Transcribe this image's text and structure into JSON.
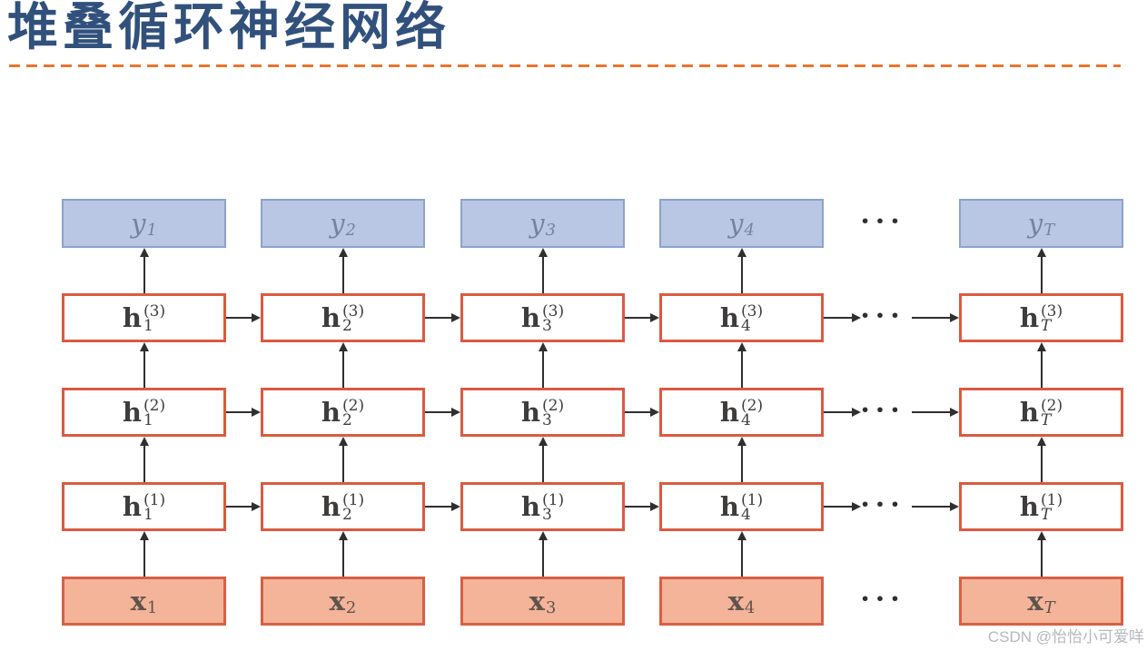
{
  "slide": {
    "title": "堆叠循环神经网络",
    "watermark": "CSDN @怡怡小可爱咩"
  },
  "colors": {
    "title": "#31517c",
    "divider": "#e8762c",
    "watermark": "#b5b8bd",
    "arrow": "#2f2f2f",
    "output_fill": "#b9c7e4",
    "output_border": "#8ba3cc",
    "output_text": "#76839f",
    "hidden_fill": "#ffffff",
    "hidden_border": "#dc5a40",
    "hidden_text": "#3f3d3c",
    "input_fill": "#f4b49a",
    "input_border": "#d95f43",
    "input_text": "#5f544d"
  },
  "diagram": {
    "ellipsis": "···",
    "column_subscripts": [
      "1",
      "2",
      "3",
      "4",
      "T"
    ],
    "rows": [
      {
        "id": "outputs",
        "kind": "output",
        "base": "y",
        "sup": ""
      },
      {
        "id": "hidden-3",
        "kind": "hidden",
        "base": "h",
        "sup": "(3)"
      },
      {
        "id": "hidden-2",
        "kind": "hidden",
        "base": "h",
        "sup": "(2)"
      },
      {
        "id": "hidden-1",
        "kind": "hidden",
        "base": "h",
        "sup": "(1)"
      },
      {
        "id": "inputs",
        "kind": "input",
        "base": "x",
        "sup": ""
      }
    ]
  }
}
